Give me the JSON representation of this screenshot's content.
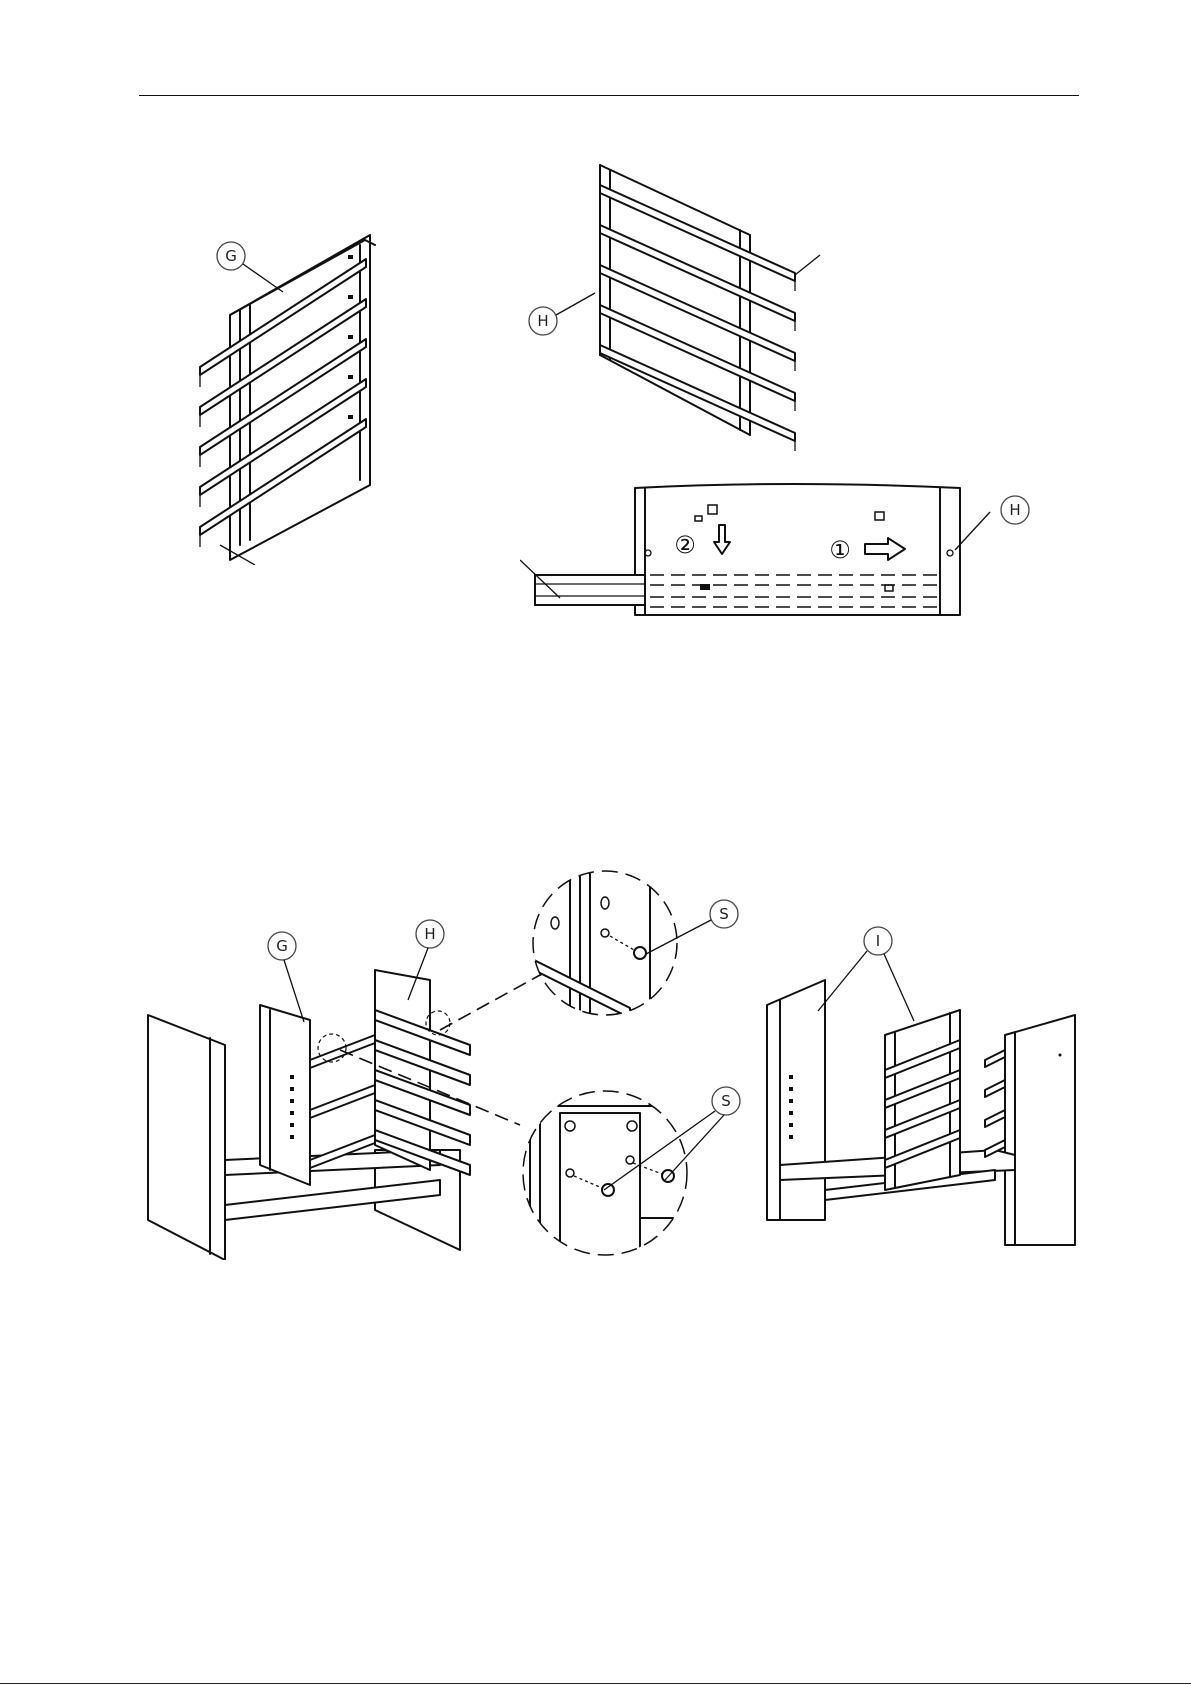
{
  "figures": {
    "rail_g": {
      "callout": "G"
    },
    "rail_h": {
      "callout": "H"
    },
    "rail_detail": {
      "callout": "H",
      "step_1": "①",
      "step_2": "②"
    },
    "assembly_left": {
      "callout_g": "G",
      "callout_h": "H",
      "callout_s_top": "S",
      "callout_s_bottom": "S"
    },
    "assembly_right": {
      "callout_i": "I"
    }
  },
  "colors": {
    "ink": "#111111",
    "paper": "#ffffff"
  }
}
